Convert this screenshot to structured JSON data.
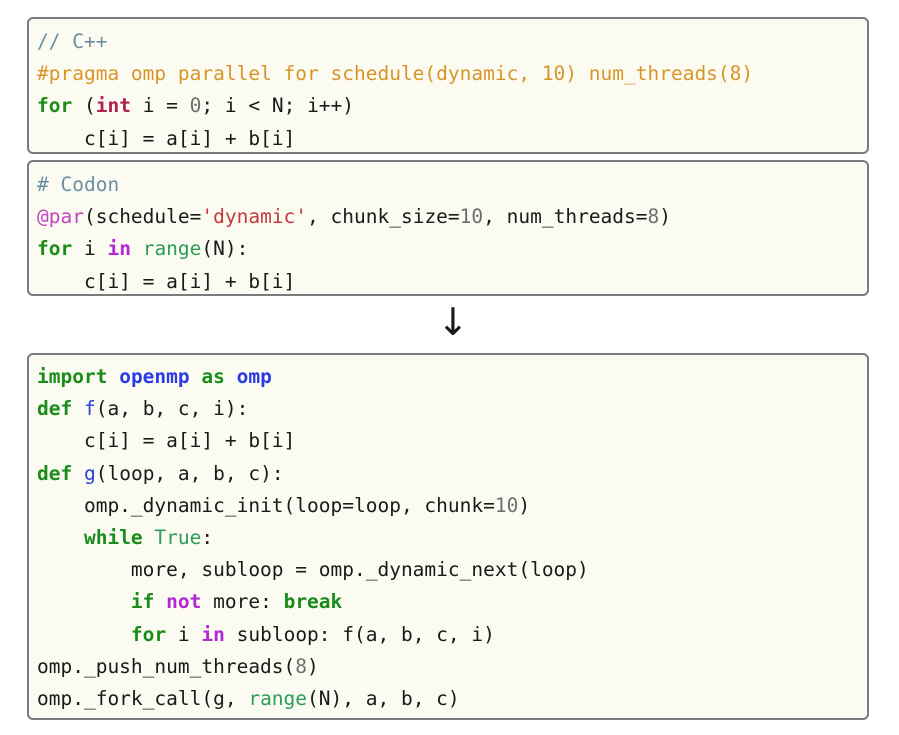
{
  "colors": {
    "plain": "#1a1a1a",
    "comment": "#6b8fa0",
    "pragma": "#d8952a",
    "keyword": "#1a8c1a",
    "keyword_bold": "#15861e",
    "type": "#b02152",
    "number": "#6e6e6e",
    "builtin": "#2e9c59",
    "in_keyword": "#b327d6",
    "string": "#c23b3b",
    "decorator": "#c046c0",
    "funcname": "#2a43d6",
    "module": "#2b3ae8"
  },
  "arrow": {
    "glyph": "↓",
    "icon": "down-arrow-icon"
  },
  "panels": [
    {
      "id": "panel-cpp",
      "name": "cpp-code-panel",
      "lines": [
        [
          [
            "// C++",
            "comment",
            false
          ]
        ],
        [
          [
            "#pragma omp parallel for schedule(dynamic, 10) num_threads(8)",
            "pragma",
            false
          ]
        ],
        [
          [
            "for",
            "keyword",
            true
          ],
          [
            " (",
            "plain",
            false
          ],
          [
            "int",
            "type",
            true
          ],
          [
            " i = ",
            "plain",
            false
          ],
          [
            "0",
            "number",
            false
          ],
          [
            "; i < N; i++)",
            "plain",
            false
          ]
        ],
        [
          [
            "    c[i] = a[i] + b[i]",
            "plain",
            false
          ]
        ]
      ]
    },
    {
      "id": "panel-codon",
      "name": "codon-code-panel",
      "lines": [
        [
          [
            "# Codon",
            "comment",
            false
          ]
        ],
        [
          [
            "@par",
            "decorator",
            false
          ],
          [
            "(schedule=",
            "plain",
            false
          ],
          [
            "'dynamic'",
            "string",
            false
          ],
          [
            ", chunk_size=",
            "plain",
            false
          ],
          [
            "10",
            "number",
            false
          ],
          [
            ", num_threads=",
            "plain",
            false
          ],
          [
            "8",
            "number",
            false
          ],
          [
            ")",
            "plain",
            false
          ]
        ],
        [
          [
            "for",
            "keyword",
            true
          ],
          [
            " i ",
            "plain",
            false
          ],
          [
            "in",
            "in_keyword",
            true
          ],
          [
            " ",
            "plain",
            false
          ],
          [
            "range",
            "builtin",
            false
          ],
          [
            "(N):",
            "plain",
            false
          ]
        ],
        [
          [
            "    c[i] = a[i] + b[i]",
            "plain",
            false
          ]
        ]
      ]
    },
    {
      "id": "panel-output",
      "name": "generated-code-panel",
      "lines": [
        [
          [
            "import",
            "keyword",
            true
          ],
          [
            " ",
            "plain",
            false
          ],
          [
            "openmp",
            "module",
            true
          ],
          [
            " ",
            "plain",
            false
          ],
          [
            "as",
            "keyword",
            true
          ],
          [
            " ",
            "plain",
            false
          ],
          [
            "omp",
            "module",
            true
          ]
        ],
        [
          [
            "def",
            "keyword",
            true
          ],
          [
            " ",
            "plain",
            false
          ],
          [
            "f",
            "funcname",
            false
          ],
          [
            "(a, b, c, i):",
            "plain",
            false
          ]
        ],
        [
          [
            "    c[i] = a[i] + b[i]",
            "plain",
            false
          ]
        ],
        [
          [
            "def",
            "keyword",
            true
          ],
          [
            " ",
            "plain",
            false
          ],
          [
            "g",
            "funcname",
            false
          ],
          [
            "(loop, a, b, c):",
            "plain",
            false
          ]
        ],
        [
          [
            "    omp._dynamic_init(loop=loop, chunk=",
            "plain",
            false
          ],
          [
            "10",
            "number",
            false
          ],
          [
            ")",
            "plain",
            false
          ]
        ],
        [
          [
            "    ",
            "plain",
            false
          ],
          [
            "while",
            "keyword",
            true
          ],
          [
            " ",
            "plain",
            false
          ],
          [
            "True",
            "builtin",
            false
          ],
          [
            ":",
            "plain",
            false
          ]
        ],
        [
          [
            "        more, subloop = omp._dynamic_next(loop)",
            "plain",
            false
          ]
        ],
        [
          [
            "        ",
            "plain",
            false
          ],
          [
            "if",
            "keyword",
            true
          ],
          [
            " ",
            "plain",
            false
          ],
          [
            "not",
            "in_keyword",
            true
          ],
          [
            " more: ",
            "plain",
            false
          ],
          [
            "break",
            "keyword",
            true
          ]
        ],
        [
          [
            "        ",
            "plain",
            false
          ],
          [
            "for",
            "keyword",
            true
          ],
          [
            " i ",
            "plain",
            false
          ],
          [
            "in",
            "in_keyword",
            true
          ],
          [
            " subloop: f(a, b, c, i)",
            "plain",
            false
          ]
        ],
        [
          [
            "omp._push_num_threads(",
            "plain",
            false
          ],
          [
            "8",
            "number",
            false
          ],
          [
            ")",
            "plain",
            false
          ]
        ],
        [
          [
            "omp._fork_call(g, ",
            "plain",
            false
          ],
          [
            "range",
            "builtin",
            false
          ],
          [
            "(N), a, b, c)",
            "plain",
            false
          ]
        ]
      ]
    }
  ]
}
